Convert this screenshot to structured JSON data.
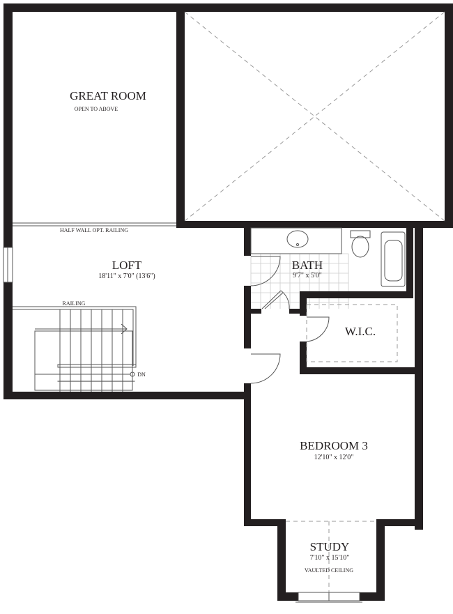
{
  "rooms": {
    "great_room": {
      "name": "GREAT ROOM",
      "note": "OPEN TO ABOVE"
    },
    "loft": {
      "name": "LOFT",
      "size": "18'11\" x 7'0\" (13'6\")"
    },
    "bath": {
      "name": "BATH",
      "size": "9'7\" x 5'0\""
    },
    "wic": {
      "name": "W.I.C."
    },
    "bedroom3": {
      "name": "BEDROOM 3",
      "size": "12'10\" x 12'0\""
    },
    "study": {
      "name": "STUDY",
      "size": "7'10\" x 15'10\"",
      "note": "VAULTED CEILING"
    }
  },
  "labels": {
    "half_wall": "HALF WALL OPT. RAILING",
    "railing": "RAILING",
    "stairs_down": "DN"
  },
  "colors": {
    "wall": "#231f20"
  }
}
